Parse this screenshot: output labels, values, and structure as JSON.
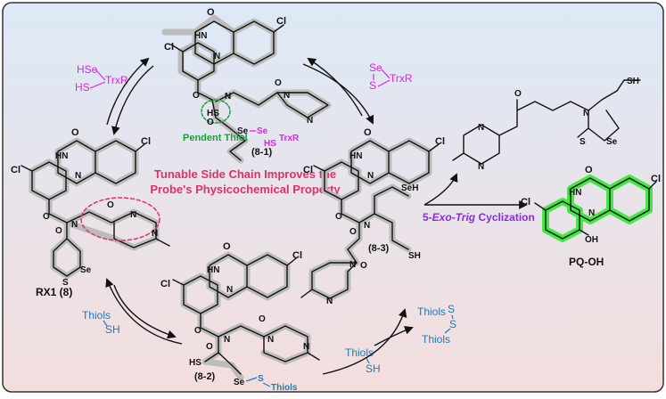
{
  "compounds": {
    "rx1": "RX1 (8)",
    "c81": "(8-1)",
    "c82": "(8-2)",
    "c83": "(8-3)",
    "product": "PQ-OH"
  },
  "annotations": {
    "tunable_line1": "Tunable Side Chain Improves the",
    "tunable_line2": "Probe's Physicochemical Property",
    "pendent_thiol": "Pendent Thiol",
    "cyclization_prefix": "5-",
    "cyclization_exo": "Exo",
    "cyclization_dash": "-",
    "cyclization_trig": "Trig",
    "cyclization_suffix": " Cyclization"
  },
  "reagents": {
    "hse": "HSe",
    "hs": "HS",
    "trxr": "TrxR",
    "se": "Se",
    "s": "S",
    "thiols": "Thiols",
    "sh": "SH"
  },
  "atoms": {
    "cl": "Cl",
    "o": "O",
    "hn": "HN",
    "n": "N",
    "oh": "OH",
    "seh": "SeH",
    "sh": "SH",
    "hs": "HS",
    "se": "Se",
    "s": "S"
  },
  "colors": {
    "bg_top": "#dde9f6",
    "bg_bottom": "#f3dede",
    "magenta": "#e61ee6",
    "pink": "#e0306a",
    "green": "#1a9e3a",
    "purple": "#8a2be2",
    "blue": "#1f7ab8",
    "glow": "#45e645"
  }
}
